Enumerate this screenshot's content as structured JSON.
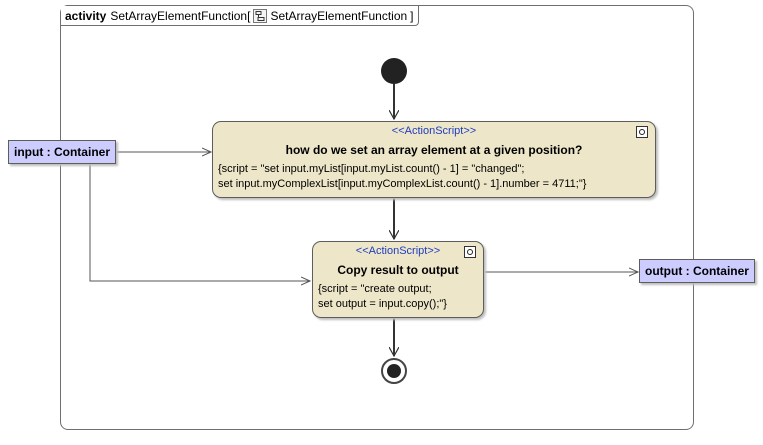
{
  "frame": {
    "keyword": "activity",
    "name": "SetArrayElementFunction",
    "open_bracket": "[",
    "behavior": "SetArrayElementFunction",
    "close_bracket": "]"
  },
  "pins": {
    "input": "input : Container",
    "output": "output : Container"
  },
  "actions": [
    {
      "stereotype": "<<ActionScript>>",
      "name": "how do we set an array element at a given position?",
      "body": [
        "{script = \"set input.myList[input.myList.count() - 1] = \"changed\";",
        "set input.myComplexList[input.myComplexList.count() - 1].number = 4711;\"}"
      ]
    },
    {
      "stereotype": "<<ActionScript>>",
      "name": "Copy result to output",
      "body": [
        "{script = \"create output;",
        "set output = input.copy();\"}"
      ]
    }
  ],
  "colors": {
    "action_fill": "#ede6c8",
    "pin_fill": "#ccccff",
    "stereotype": "#1f3cc4"
  },
  "icons": {
    "frame_behavior": "activity-diagram-icon",
    "action_marker": "call-behavior-icon"
  }
}
